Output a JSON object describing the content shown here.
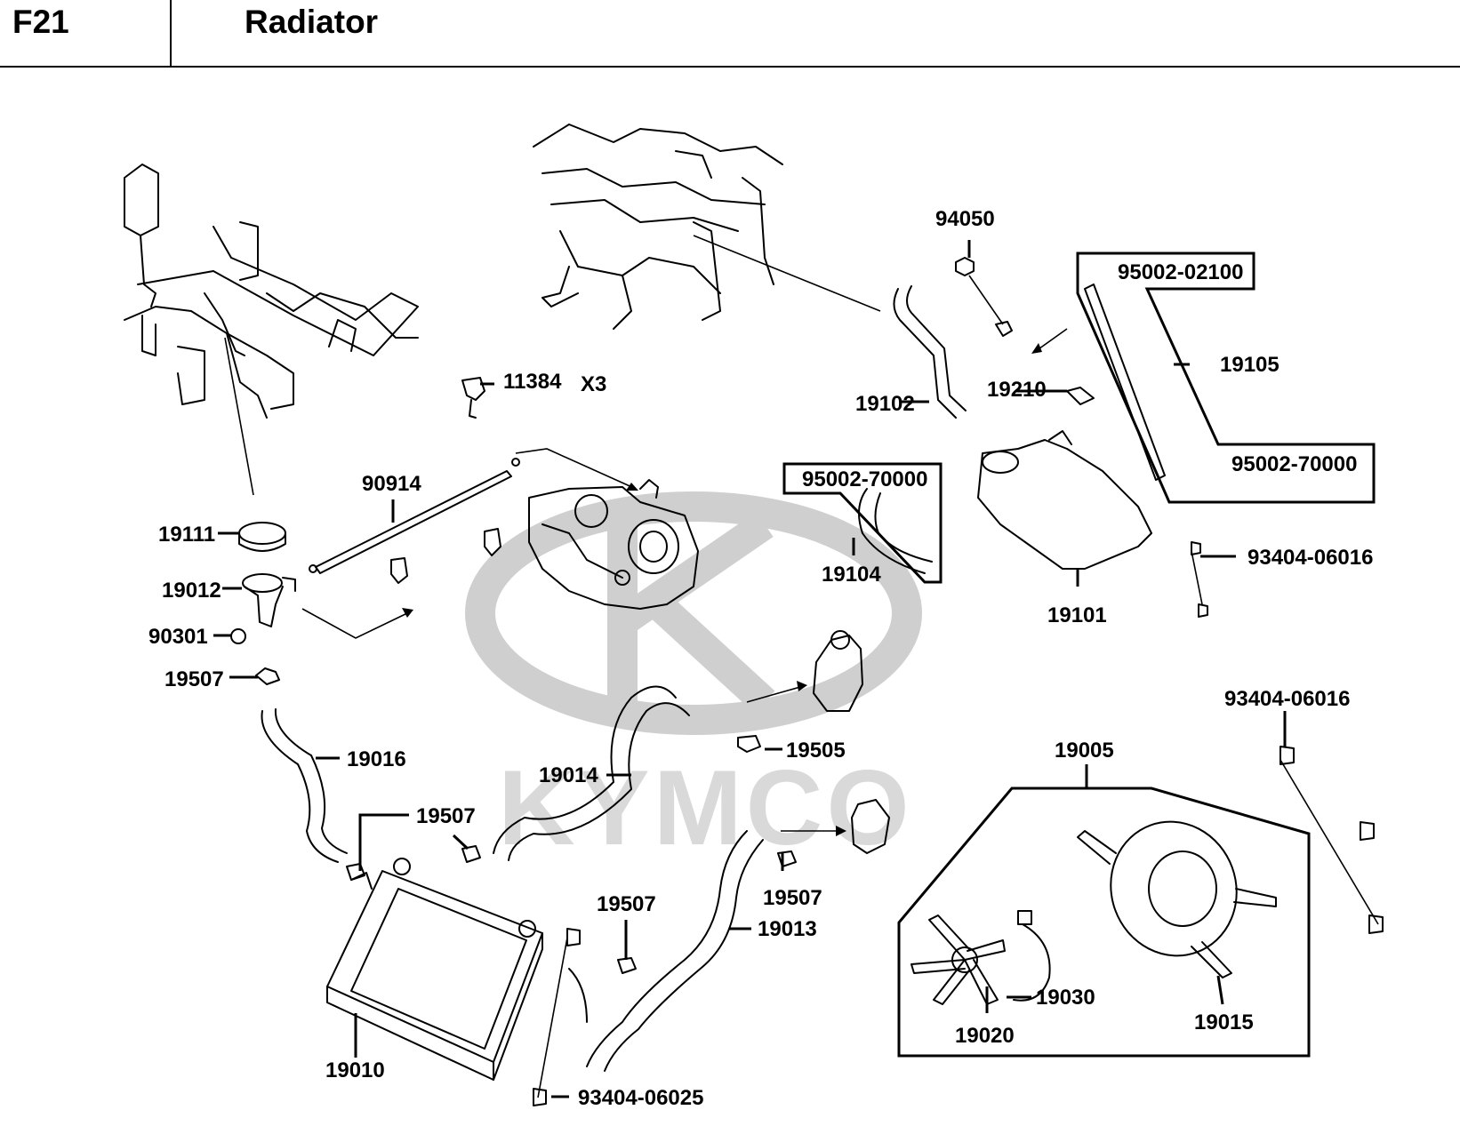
{
  "header": {
    "code": "F21",
    "title": "Radiator"
  },
  "watermark": {
    "brand": "KYMCO",
    "color": "#cfcfcf"
  },
  "parts": [
    {
      "id": "p94050",
      "label": "94050"
    },
    {
      "id": "p95002_02100",
      "label": "95002-02100"
    },
    {
      "id": "p19105",
      "label": "19105"
    },
    {
      "id": "p11384",
      "label": "11384"
    },
    {
      "id": "p11384_qty",
      "label": "X3"
    },
    {
      "id": "p19210",
      "label": "19210"
    },
    {
      "id": "p19102",
      "label": "19102"
    },
    {
      "id": "p95002_70000_a",
      "label": "95002-70000"
    },
    {
      "id": "p90914",
      "label": "90914"
    },
    {
      "id": "p95002_70000_b",
      "label": "95002-70000"
    },
    {
      "id": "p19111",
      "label": "19111"
    },
    {
      "id": "p19104",
      "label": "19104"
    },
    {
      "id": "p93404_06016_a",
      "label": "93404-06016"
    },
    {
      "id": "p19012",
      "label": "19012"
    },
    {
      "id": "p19101",
      "label": "19101"
    },
    {
      "id": "p90301",
      "label": "90301"
    },
    {
      "id": "p19507_a",
      "label": "19507"
    },
    {
      "id": "p93404_06016_b",
      "label": "93404-06016"
    },
    {
      "id": "p19505",
      "label": "19505"
    },
    {
      "id": "p19005",
      "label": "19005"
    },
    {
      "id": "p19016",
      "label": "19016"
    },
    {
      "id": "p19014",
      "label": "19014"
    },
    {
      "id": "p19507_b",
      "label": "19507"
    },
    {
      "id": "p19507_c",
      "label": "19507"
    },
    {
      "id": "p19507_d",
      "label": "19507"
    },
    {
      "id": "p19013",
      "label": "19013"
    },
    {
      "id": "p19030",
      "label": "19030"
    },
    {
      "id": "p19010",
      "label": "19010"
    },
    {
      "id": "p19020",
      "label": "19020"
    },
    {
      "id": "p19015",
      "label": "19015"
    },
    {
      "id": "p93404_06025",
      "label": "93404-06025"
    }
  ]
}
